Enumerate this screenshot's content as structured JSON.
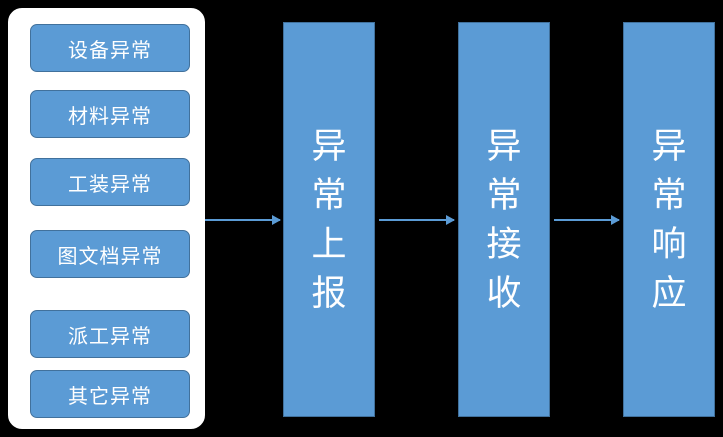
{
  "diagram": {
    "title": "",
    "colors": {
      "box_fill": "#5B9BD5",
      "box_border": "#41719C",
      "panel_fill": "#FFFFFF",
      "background": "#000000",
      "arrow": "#5B9BD5",
      "text": "#FFFFFF"
    },
    "group_panel": {
      "name": "anomaly-type-group",
      "items": [
        {
          "label": "设备异常"
        },
        {
          "label": "材料异常"
        },
        {
          "label": "工装异常"
        },
        {
          "label": "图文档异常"
        },
        {
          "label": "派工异常"
        },
        {
          "label": "其它异常"
        }
      ]
    },
    "stages": [
      {
        "label": "异常上报"
      },
      {
        "label": "异常接收"
      },
      {
        "label": "异常响应"
      }
    ],
    "arrows": [
      {
        "from": "anomaly-type-group",
        "to": "stage-1"
      },
      {
        "from": "stage-1",
        "to": "stage-2"
      },
      {
        "from": "stage-2",
        "to": "stage-3"
      }
    ]
  }
}
